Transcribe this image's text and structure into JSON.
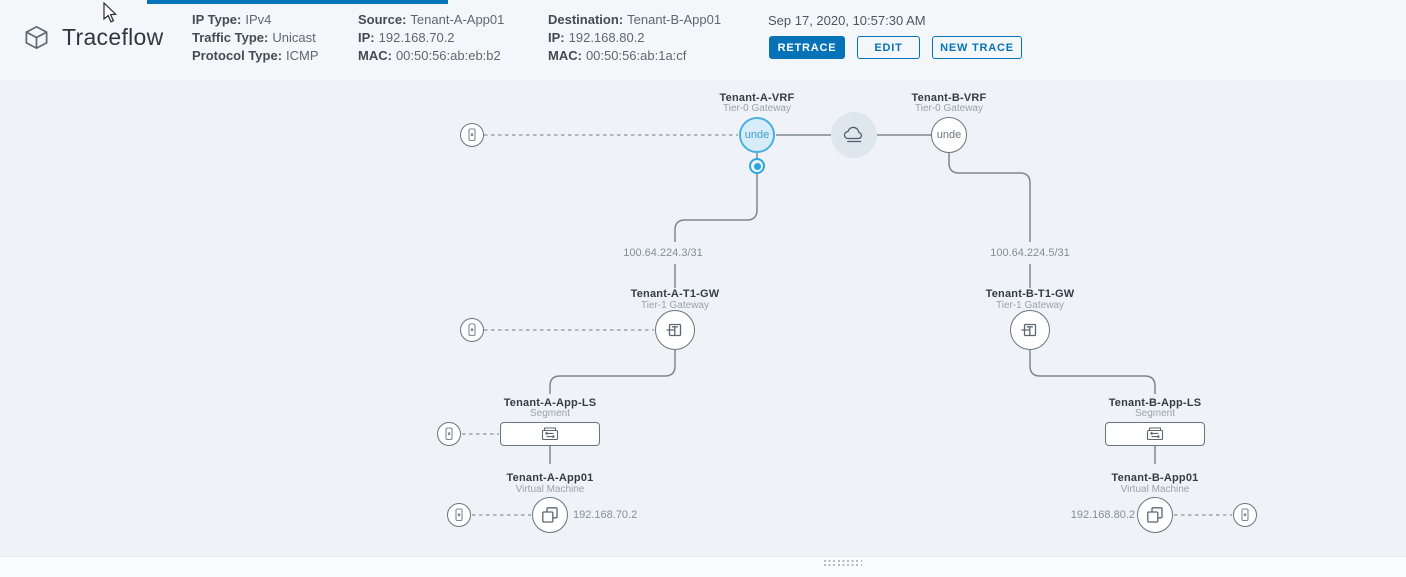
{
  "header": {
    "title": "Traceflow",
    "meta": {
      "ip_type": {
        "label": "IP Type:",
        "value": "IPv4"
      },
      "traffic_type": {
        "label": "Traffic Type:",
        "value": "Unicast"
      },
      "protocol_type": {
        "label": "Protocol Type:",
        "value": "ICMP"
      },
      "source": {
        "label": "Source:",
        "value": "Tenant-A-App01"
      },
      "source_ip": {
        "label": "IP:",
        "value": "192.168.70.2"
      },
      "source_mac": {
        "label": "MAC:",
        "value": "00:50:56:ab:eb:b2"
      },
      "destination": {
        "label": "Destination:",
        "value": "Tenant-B-App01"
      },
      "dest_ip": {
        "label": "IP:",
        "value": "192.168.80.2"
      },
      "dest_mac": {
        "label": "MAC:",
        "value": "00:50:56:ab:1a:cf"
      },
      "timestamp": "Sep 17, 2020, 10:57:30 AM"
    },
    "buttons": {
      "retrace": "RETRACE",
      "edit": "EDIT",
      "new_trace": "NEW TRACE"
    }
  },
  "diagram": {
    "nodes": {
      "a_vrf": {
        "name": "Tenant-A-VRF",
        "type": "Tier-0 Gateway",
        "badge": "unde"
      },
      "b_vrf": {
        "name": "Tenant-B-VRF",
        "type": "Tier-0 Gateway",
        "badge": "unde"
      },
      "a_t1": {
        "name": "Tenant-A-T1-GW",
        "type": "Tier-1 Gateway"
      },
      "b_t1": {
        "name": "Tenant-B-T1-GW",
        "type": "Tier-1 Gateway"
      },
      "a_ls": {
        "name": "Tenant-A-App-LS",
        "type": "Segment"
      },
      "b_ls": {
        "name": "Tenant-B-App-LS",
        "type": "Segment"
      },
      "a_vm": {
        "name": "Tenant-A-App01",
        "type": "Virtual Machine",
        "ip": "192.168.70.2"
      },
      "b_vm": {
        "name": "Tenant-B-App01",
        "type": "Virtual Machine",
        "ip": "192.168.80.2"
      }
    },
    "link_labels": {
      "a_uplink": "100.64.224.3/31",
      "b_uplink": "100.64.224.5/31"
    },
    "theme": {
      "accent_blue": "#49b0e0",
      "marker_blue": "#29a8e0",
      "primary_button_blue": "#0673b8",
      "top_bar_blue": "#0673ba",
      "node_border_gray": "#68747e",
      "line_gray": "#7e8890",
      "canvas_bg": "#eff3f8"
    }
  }
}
